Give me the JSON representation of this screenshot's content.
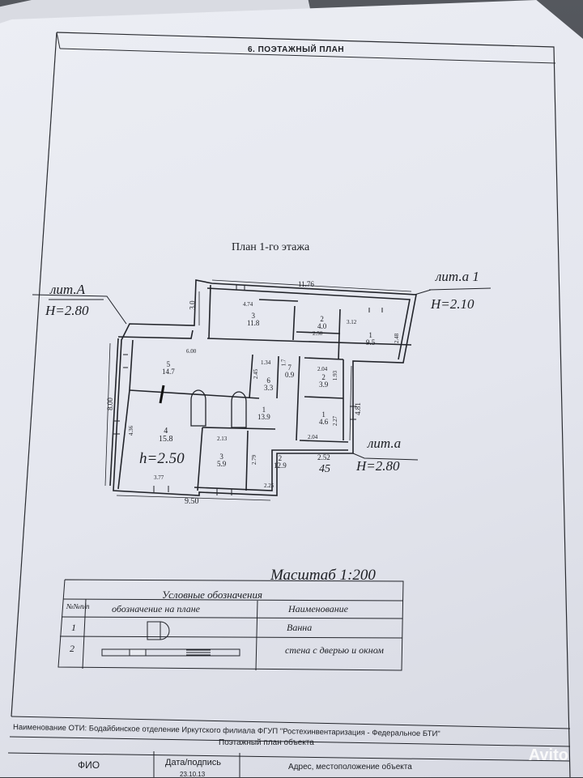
{
  "document": {
    "section_title": "6. ПОЭТАЖНЫЙ ПЛАН",
    "plan_title": "План 1-го этажа",
    "scale": "Масштаб 1:200"
  },
  "labels": {
    "lit_A": "лит.А",
    "lit_A_height": "H=2.80",
    "lit_a1": "лит.а 1",
    "lit_a1_height": "H=2.10",
    "lit_a": "лит.а",
    "lit_a_height": "H=2.80",
    "inner_height": "h=2.50",
    "stamp_45": "45"
  },
  "plan": {
    "rooms": [
      {
        "no": "3",
        "area": "11.8"
      },
      {
        "no": "2",
        "area": "4.0"
      },
      {
        "no": "1",
        "area": "9.5"
      },
      {
        "no": "5",
        "area": "14.7"
      },
      {
        "no": "6",
        "area": "3.3"
      },
      {
        "no": "7",
        "area": "0.9"
      },
      {
        "no": "2",
        "area": "3.9"
      },
      {
        "no": "1",
        "area": "13.9"
      },
      {
        "no": "1",
        "area": "4.6"
      },
      {
        "no": "4",
        "area": "15.8"
      },
      {
        "no": "3",
        "area": "5.9"
      },
      {
        "no": "2",
        "area": "12.9"
      }
    ],
    "dimensions": [
      "11.76",
      "3.0",
      "4.74",
      "2.50",
      "3.12",
      "2.48",
      "6.00",
      "1.34",
      "2.45",
      "1.7",
      "2.04",
      "1.93",
      "8.00",
      "4.36",
      "2.13",
      "2.27",
      "4.81",
      "2.04",
      "2.79",
      "2.52",
      "3.77",
      "2.25",
      "9.50"
    ]
  },
  "legend": {
    "title": "Условные обозначения",
    "col_no": "№№п/п",
    "col_symbol": "обозначение на плане",
    "col_name": "Наименование",
    "rows": [
      {
        "no": "1",
        "symbol": "bath-symbol",
        "name": "Ванна"
      },
      {
        "no": "2",
        "symbol": "wall-door-window-symbol",
        "name": "стена с дверью и окном"
      }
    ]
  },
  "footer": {
    "org": "Наименование ОТИ: Бодайбинское отделение Иркутского филиала ФГУП \"Ростехинвентаризация - Федеральное БТИ\"",
    "doc_name": "Поэтажный план объекта",
    "col_fio": "ФИО",
    "col_date": "Дата/подпись",
    "col_address": "Адрес, местоположение объекта",
    "date_fragment": "23.10.13"
  },
  "watermark": "Avito"
}
